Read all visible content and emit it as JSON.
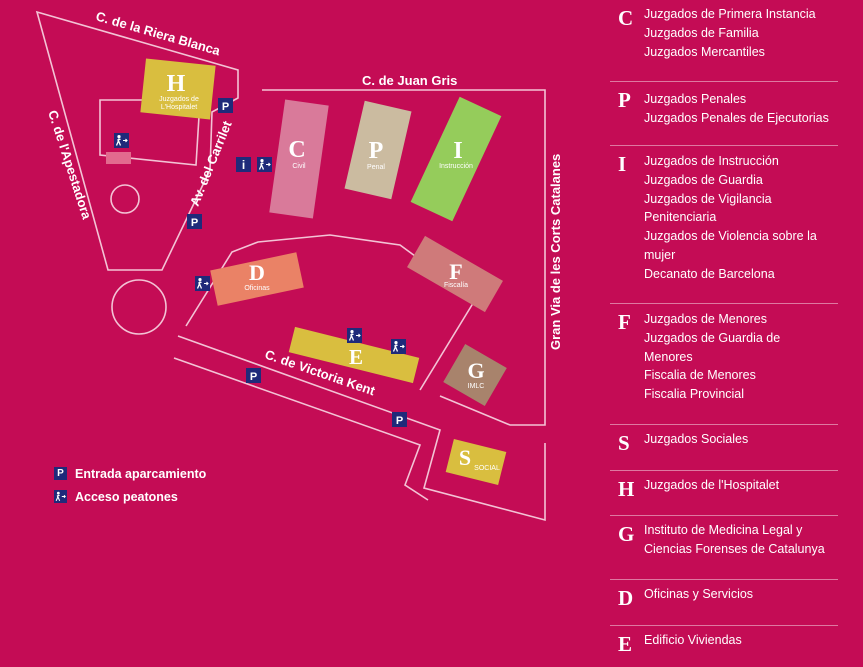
{
  "streets": {
    "riera_blanca": "C. de la Riera Blanca",
    "apestadora": "C. de l'Apestadora",
    "carrilet": "Av. del Carrilet",
    "juan_gris": "C. de Juan Gris",
    "corts_catalanes": "Gran Via de les Corts Catalanes",
    "victoria_kent": "C. de Victoria Kent"
  },
  "buildings": {
    "H": {
      "letter": "H",
      "sub1": "Juzgados de",
      "sub2": "L'Hospitalet",
      "color": "#d9be3f"
    },
    "C": {
      "letter": "C",
      "sub": "Civil",
      "color": "#d97a9a"
    },
    "P": {
      "letter": "P",
      "sub": "Penal",
      "color": "#cbbba0"
    },
    "I": {
      "letter": "I",
      "sub": "Instrucción",
      "color": "#95cc5b"
    },
    "D": {
      "letter": "D",
      "sub": "Oficinas",
      "color": "#ea8266"
    },
    "F": {
      "letter": "F",
      "sub": "Fiscalía",
      "color": "#cf7a7a"
    },
    "E": {
      "letter": "E",
      "color": "#d9be3f"
    },
    "G": {
      "letter": "G",
      "sub": "IMLC",
      "color": "#a8836c"
    },
    "S": {
      "letter": "S",
      "sub": "SOCIAL",
      "color": "#d9be3f"
    }
  },
  "markers": {
    "parking_symbol": "P",
    "info_symbol": "i",
    "pedestrian_icon": "pedestrian-entrance-icon"
  },
  "map_legend": {
    "parking": "Entrada aparcamiento",
    "pedestrian": "Acceso peatones"
  },
  "colors": {
    "background": "#c40c55",
    "marker": "#1f2a7a"
  },
  "index": [
    {
      "letter": "C",
      "items": [
        "Juzgados de Primera Instancia",
        "Juzgados de Familia",
        "Juzgados Mercantiles"
      ]
    },
    {
      "letter": "P",
      "items": [
        "Juzgados Penales",
        "Juzgados Penales de Ejecutorias"
      ]
    },
    {
      "letter": "I",
      "items": [
        "Juzgados de Instrucción",
        "Juzgados de Guardia",
        "Juzgados de Vigilancia",
        "Penitenciaria",
        "Juzgados de Violencia sobre la",
        "mujer",
        "Decanato de Barcelona"
      ]
    },
    {
      "letter": "F",
      "items": [
        "Juzgados de Menores",
        "Juzgados de Guardia de",
        "Menores",
        "Fiscalia de Menores",
        "Fiscalia Provincial"
      ]
    },
    {
      "letter": "S",
      "items": [
        "Juzgados Sociales"
      ]
    },
    {
      "letter": "H",
      "items": [
        "Juzgados de l'Hospitalet"
      ]
    },
    {
      "letter": "G",
      "items": [
        "Instituto de Medicina Legal y",
        "Ciencias Forenses de Catalunya"
      ]
    },
    {
      "letter": "D",
      "items": [
        "Oficinas y Servicios"
      ]
    },
    {
      "letter": "E",
      "items": [
        "Edificio Viviendas"
      ]
    }
  ]
}
